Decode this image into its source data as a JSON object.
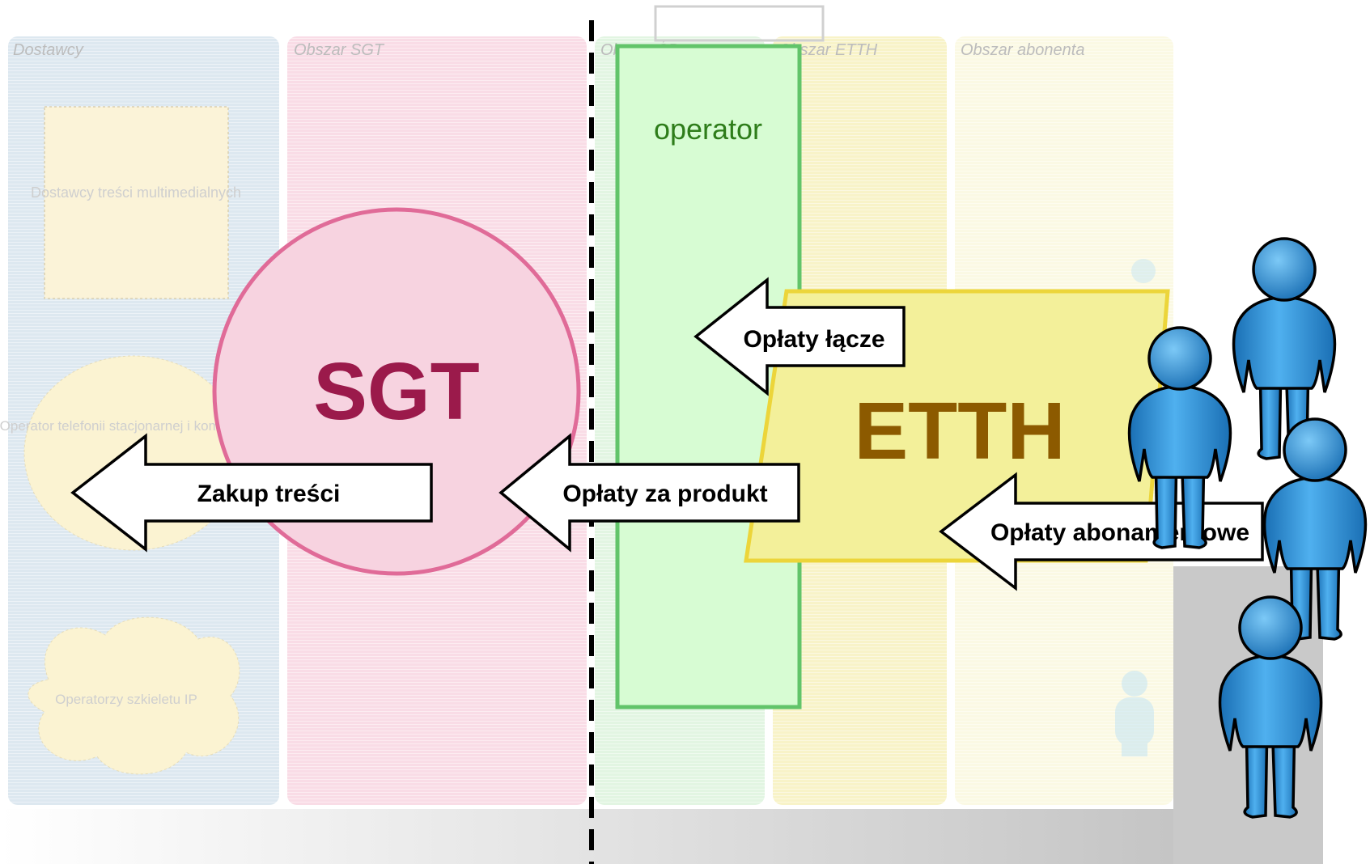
{
  "zones": [
    {
      "label": "Dostawcy",
      "fill": "#dde8f0"
    },
    {
      "label": "Obszar SGT",
      "fill": "#f9dce6"
    },
    {
      "label": "Obszar ŚP",
      "fill": "#e2f5e2"
    },
    {
      "label": "Obszar ETTH",
      "fill": "#f8f3c8"
    },
    {
      "label": "Obszar abonenta",
      "fill": "#fbf9e4"
    }
  ],
  "suppliers": {
    "media_box": "Dostawcy treści multimedialnych",
    "telephony": "Operator telefonii stacjonarnej i komórkowej",
    "ip_backbone": "Operatorzy szkieletu IP"
  },
  "operator": {
    "label": "operator",
    "fill": "#d7fcd3",
    "stroke": "#62c46a",
    "text_color": "#2e7d1a"
  },
  "sgt": {
    "label": "SGT",
    "fill": "#f7d3e0",
    "stroke": "#e06b98",
    "text_color": "#9b1a4b"
  },
  "etth": {
    "label": "ETTH",
    "fill": "#f3f09a",
    "stroke": "#ecd53a",
    "text_color": "#8c5a00"
  },
  "arrows": {
    "link_fees": "Opłaty łącze",
    "product_fees": "Opłaty za produkt",
    "content_purchase": "Zakup treści",
    "subscription_fees": "Opłaty abonamentowe"
  },
  "people": {
    "count": 4,
    "icon": "person-icon",
    "fill": "#2b8ad0",
    "dark": "#0f5d9a"
  }
}
